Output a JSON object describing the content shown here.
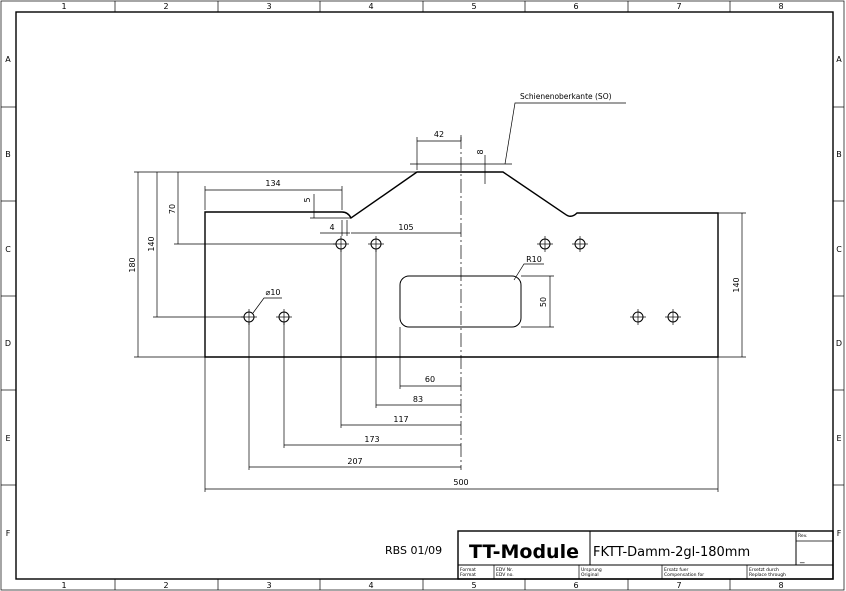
{
  "frame": {
    "columns": [
      "1",
      "2",
      "3",
      "4",
      "5",
      "6",
      "7",
      "8"
    ],
    "rows": [
      "A",
      "B",
      "C",
      "D",
      "E",
      "F"
    ]
  },
  "labels": {
    "rail_top_edge": "Schienenoberkante (SO)",
    "hole_diameter": "⌀10",
    "radius": "R10"
  },
  "dimensions": {
    "d42": "42",
    "d8": "8",
    "d134": "134",
    "d5": "5",
    "d70": "70",
    "d4": "4",
    "d105": "105",
    "d140_left": "140",
    "d180": "180",
    "d140_right": "140",
    "d50": "50",
    "d60": "60",
    "d83": "83",
    "d117": "117",
    "d173": "173",
    "d207": "207",
    "d500": "500"
  },
  "title_block": {
    "revision_code": "RBS 01/09",
    "logo": "TT-Module",
    "drawing_title": "FKTT-Damm-2gl-180mm",
    "rev_label": "Rev.",
    "rev_value": "_",
    "format_label": "Format\nFormat",
    "edv_label": "EDV Nr.\nEDV no.",
    "origin_label": "Ursprung\nOriginal",
    "replaces_label": "Ersatz fuer\nCompensation for",
    "replaced_by_label": "Ersetzt durch\nReplace through"
  }
}
